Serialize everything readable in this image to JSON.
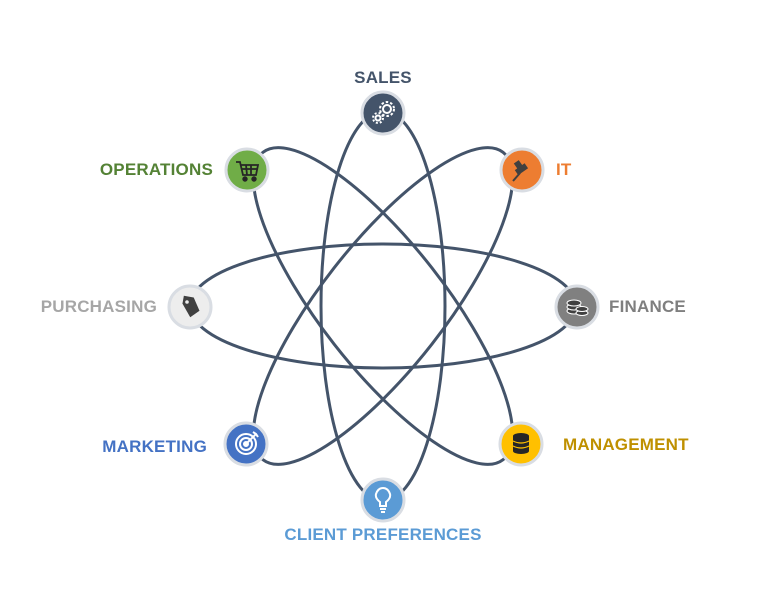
{
  "diagram": {
    "line_color": "#44546a",
    "nodes": [
      {
        "id": "sales",
        "label": "SALES",
        "color": "#44546a",
        "icon": "gears-icon",
        "text_color": "#44546a"
      },
      {
        "id": "it",
        "label": "IT",
        "color": "#ed7d31",
        "icon": "pushpin-icon",
        "text_color": "#ed7d31"
      },
      {
        "id": "finance",
        "label": "FINANCE",
        "color": "#808080",
        "icon": "coins-icon",
        "text_color": "#7f7f7f"
      },
      {
        "id": "management",
        "label": "MANAGEMENT",
        "color": "#ffc000",
        "icon": "database-icon",
        "text_color": "#bf9000"
      },
      {
        "id": "client-preferences",
        "label": "CLIENT PREFERENCES",
        "color": "#5b9bd5",
        "icon": "lightbulb-icon",
        "text_color": "#5b9bd5"
      },
      {
        "id": "marketing",
        "label": "MARKETING",
        "color": "#4472c4",
        "icon": "target-icon",
        "text_color": "#4472c4"
      },
      {
        "id": "purchasing",
        "label": "PURCHASING",
        "color": "#ededed",
        "icon": "price-tag-icon",
        "text_color": "#a6a6a6"
      },
      {
        "id": "operations",
        "label": "OPERATIONS",
        "color": "#70ad47",
        "icon": "shopping-cart-icon",
        "text_color": "#548235"
      }
    ]
  }
}
